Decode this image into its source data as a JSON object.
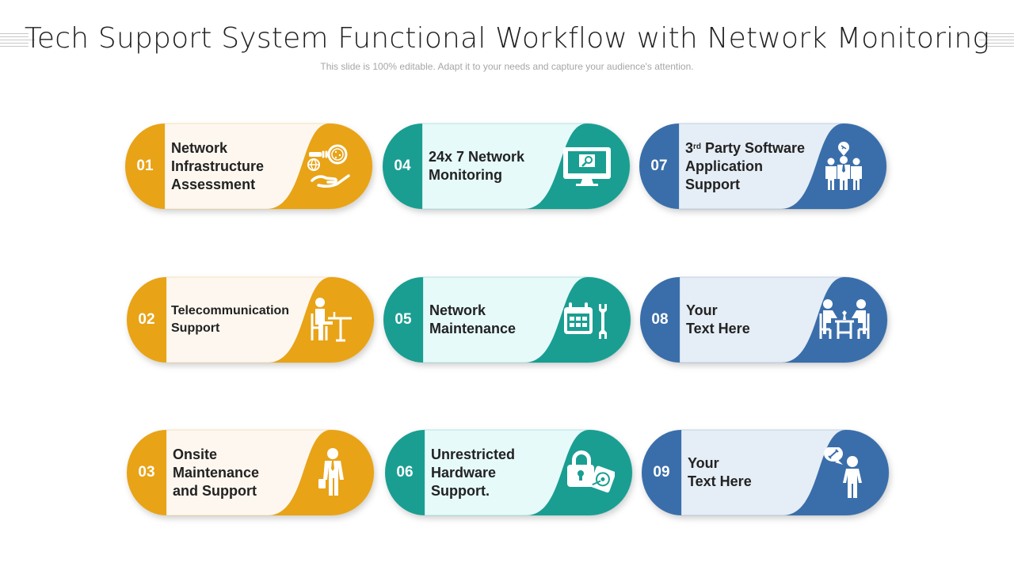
{
  "header": {
    "title": "Tech Support System Functional Workflow with Network Monitoring",
    "subtitle": "This slide is 100% editable. Adapt it to your needs and capture your audience's attention."
  },
  "colors": {
    "orange": "#E8A317",
    "orange_light": "#FDF7EF",
    "teal": "#1A9E92",
    "teal_light": "#E6FAFA",
    "blue": "#3A6EAA",
    "blue_light": "#E5EDF6",
    "text": "#222222"
  },
  "cards": [
    {
      "number": "01",
      "label": "Network\nInfrastructure\nAssessment",
      "theme": "orange",
      "icon": "network-assessment-hand-icon"
    },
    {
      "number": "02",
      "label": "Telecommunication\nSupport",
      "theme": "orange",
      "icon": "person-at-desk-icon"
    },
    {
      "number": "03",
      "label": "Onsite\nMaintenance\nand Support",
      "theme": "orange",
      "icon": "businessman-with-briefcase-icon"
    },
    {
      "number": "04",
      "label": "24x 7 Network\nMonitoring",
      "theme": "teal",
      "icon": "monitor-search-icon"
    },
    {
      "number": "05",
      "label": "Network\nMaintenance",
      "theme": "teal",
      "icon": "calendar-wrench-icon"
    },
    {
      "number": "06",
      "label": "Unrestricted\nHardware\nSupport.",
      "theme": "teal",
      "icon": "lock-disk-icon"
    },
    {
      "number": "07",
      "label_prefix": "3",
      "label_sup": "rd",
      "label": " Party Software\nApplication\nSupport",
      "theme": "blue",
      "icon": "team-support-icon"
    },
    {
      "number": "08",
      "label": "Your\nText Here",
      "theme": "blue",
      "icon": "meeting-table-icon"
    },
    {
      "number": "09",
      "label": "Your\nText Here",
      "theme": "blue",
      "icon": "person-support-bubble-icon"
    }
  ]
}
